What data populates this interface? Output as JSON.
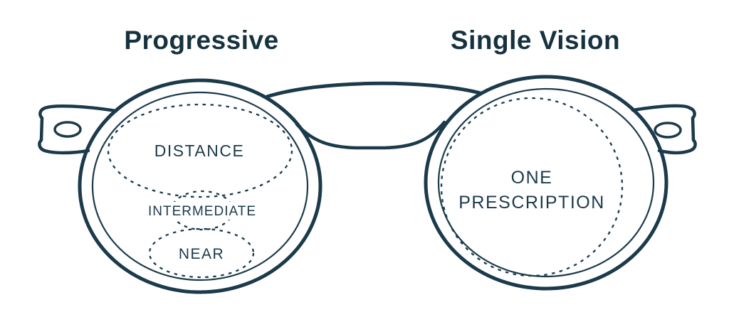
{
  "titles": {
    "left": "Progressive",
    "right": "Single Vision"
  },
  "progressive_lens": {
    "distance_label": "DISTANCE",
    "intermediate_label": "INTERMEDIATE",
    "near_label": "NEAR"
  },
  "single_vision_lens": {
    "label_line1": "ONE",
    "label_line2": "PRESCRIPTION"
  },
  "colors": {
    "frame_outline": "#1b3a4b",
    "text": "#16323f",
    "background": "#ffffff"
  }
}
